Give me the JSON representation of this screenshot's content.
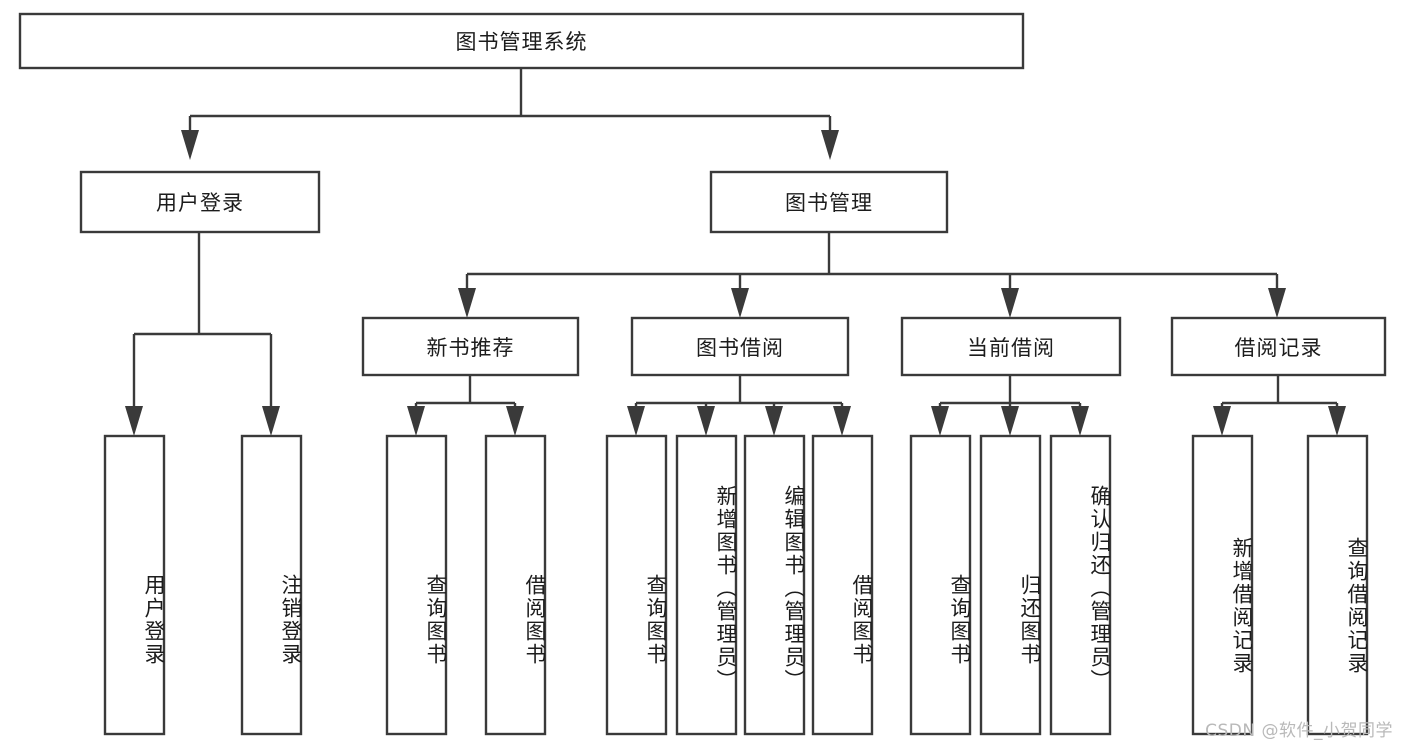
{
  "diagram": {
    "type": "tree",
    "title": "图书管理系统",
    "orientation": "top-down",
    "stroke_color": "#3a3a3a",
    "fill_color": "#ffffff",
    "text_color": "#1c1c1c",
    "background": "#ffffff",
    "levels": 4
  },
  "nodes": {
    "root": {
      "label": "图书管理系统"
    },
    "level2": [
      {
        "label": "用户登录"
      },
      {
        "label": "图书管理"
      }
    ],
    "level3": [
      {
        "label": "新书推荐"
      },
      {
        "label": "图书借阅"
      },
      {
        "label": "当前借阅"
      },
      {
        "label": "借阅记录"
      }
    ],
    "leaves_user_login": [
      {
        "label": "用户登录"
      },
      {
        "label": "注销登录"
      }
    ],
    "leaves_new_book": [
      {
        "label": "查询图书"
      },
      {
        "label": "借阅图书"
      }
    ],
    "leaves_borrow": [
      {
        "label": "查询图书"
      },
      {
        "label": "新增图书（管理员）"
      },
      {
        "label": "编辑图书（管理员）"
      },
      {
        "label": "借阅图书"
      }
    ],
    "leaves_current": [
      {
        "label": "查询图书"
      },
      {
        "label": "归还图书"
      },
      {
        "label": "确认归还（管理员）"
      }
    ],
    "leaves_record": [
      {
        "label": "新增借阅记录"
      },
      {
        "label": "查询借阅记录"
      }
    ]
  },
  "watermark": {
    "text": "CSDN @软件_小贺同学"
  }
}
